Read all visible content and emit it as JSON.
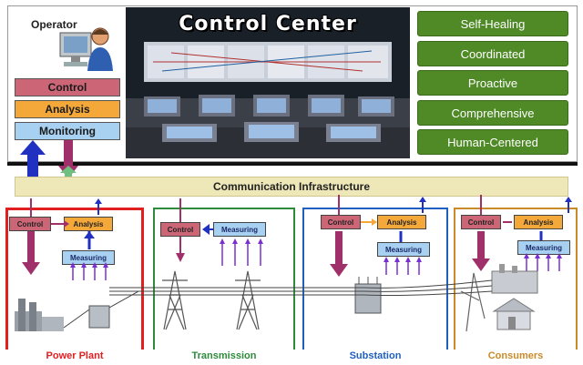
{
  "operator": {
    "label": "Operator"
  },
  "layers": {
    "control": "Control",
    "analysis": "Analysis",
    "monitoring": "Monitoring"
  },
  "control_center": {
    "title": "Control Center"
  },
  "attributes": [
    "Self-Healing",
    "Coordinated",
    "Proactive",
    "Comprehensive",
    "Human-Centered"
  ],
  "communication": {
    "label": "Communication Infrastructure"
  },
  "domains": [
    {
      "label": "Power Plant",
      "color": "#e02020",
      "blocks": {
        "control": "Control",
        "analysis": "Analysis",
        "measuring": "Measuring"
      }
    },
    {
      "label": "Transmission",
      "color": "#2e8b3c",
      "blocks": {
        "control": "Control",
        "measuring": "Measuring"
      }
    },
    {
      "label": "Substation",
      "color": "#1f5fc0",
      "blocks": {
        "control": "Control",
        "analysis": "Analysis",
        "measuring": "Measuring"
      }
    },
    {
      "label": "Consumers",
      "color": "#c98a2a",
      "blocks": {
        "control": "Control",
        "analysis": "Analysis",
        "measuring": "Measuring"
      }
    }
  ],
  "colors": {
    "control": "#cc6677",
    "analysis": "#f4a83a",
    "monitoring": "#a8d0f0",
    "attribute": "#4f8a27",
    "comm_bar": "#eee8b8",
    "arrow_down": "#a0306a",
    "arrow_up": "#2030c0"
  }
}
